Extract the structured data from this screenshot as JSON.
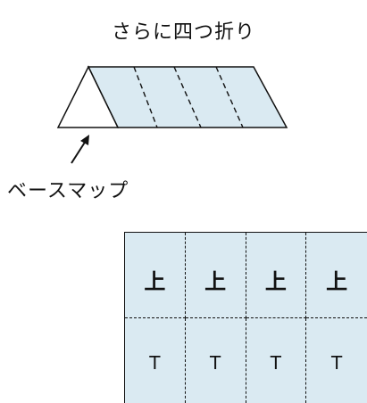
{
  "title": "さらに四つ折り",
  "base_map_label": "ベースマップ",
  "colors": {
    "fill": "#daeaf2",
    "line": "#111111"
  },
  "grid": {
    "top_row": [
      "上",
      "上",
      "上",
      "上"
    ],
    "bottom_row": [
      "T",
      "T",
      "T",
      "T"
    ]
  }
}
